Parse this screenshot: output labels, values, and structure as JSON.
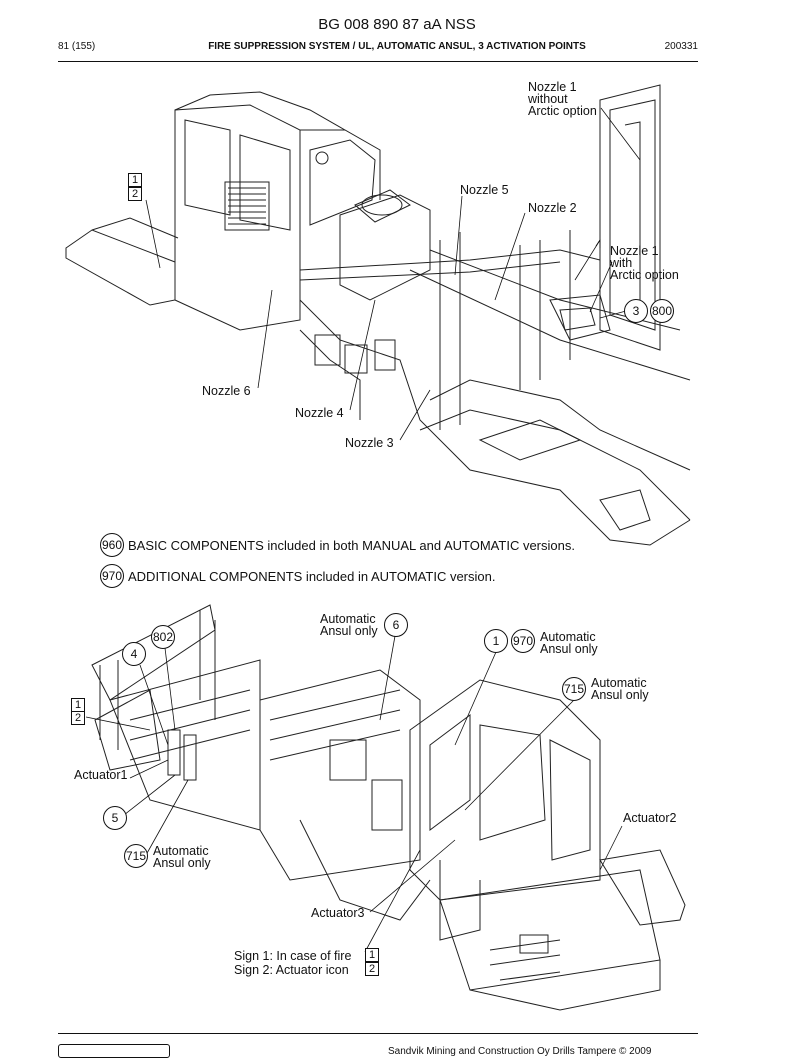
{
  "header": {
    "doc_number": "BG 008 890 87 aA NSS",
    "page_ref": "81 (155)",
    "title": "FIRE SUPPRESSION SYSTEM / UL, AUTOMATIC ANSUL, 3 ACTIVATION POINTS",
    "code": "200331"
  },
  "top_figure": {
    "nozzle1_without": [
      "Nozzle 1",
      "without",
      "Arctic option"
    ],
    "nozzle5": "Nozzle 5",
    "nozzle2": "Nozzle 2",
    "nozzle1_with": [
      "Nozzle 1",
      "with",
      "Arctic option"
    ],
    "nozzle6": "Nozzle 6",
    "nozzle4": "Nozzle 4",
    "nozzle3": "Nozzle 3",
    "box_1": "1",
    "box_2": "2",
    "circle_3": "3",
    "circle_800": "800"
  },
  "notes": [
    {
      "num": "960",
      "text": "BASIC COMPONENTS included in both MANUAL and AUTOMATIC versions."
    },
    {
      "num": "970",
      "text": "ADDITIONAL COMPONENTS included in AUTOMATIC version."
    }
  ],
  "bottom_figure": {
    "auto_ansul_6": [
      "Automatic",
      "Ansul only"
    ],
    "circle_6": "6",
    "circle_802": "802",
    "circle_4": "4",
    "circle_1": "1",
    "circle_970": "970",
    "auto_ansul_970": [
      "Automatic",
      "Ansul only"
    ],
    "circle_715_right": "715",
    "auto_ansul_715_right": [
      "Automatic",
      "Ansul only"
    ],
    "box_1": "1",
    "box_2": "2",
    "actuator1": "Actuator1",
    "circle_5": "5",
    "actuator2": "Actuator2",
    "circle_715_left": "715",
    "auto_ansul_715_left": [
      "Automatic",
      "Ansul only"
    ],
    "actuator3": "Actuator3",
    "sign1": "Sign 1: In case of fire",
    "sign2": "Sign 2: Actuator icon",
    "sign_box_1": "1",
    "sign_box_2": "2"
  },
  "footer": {
    "copyright": "Sandvik Mining and Construction Oy Drills Tampere © 2009"
  }
}
